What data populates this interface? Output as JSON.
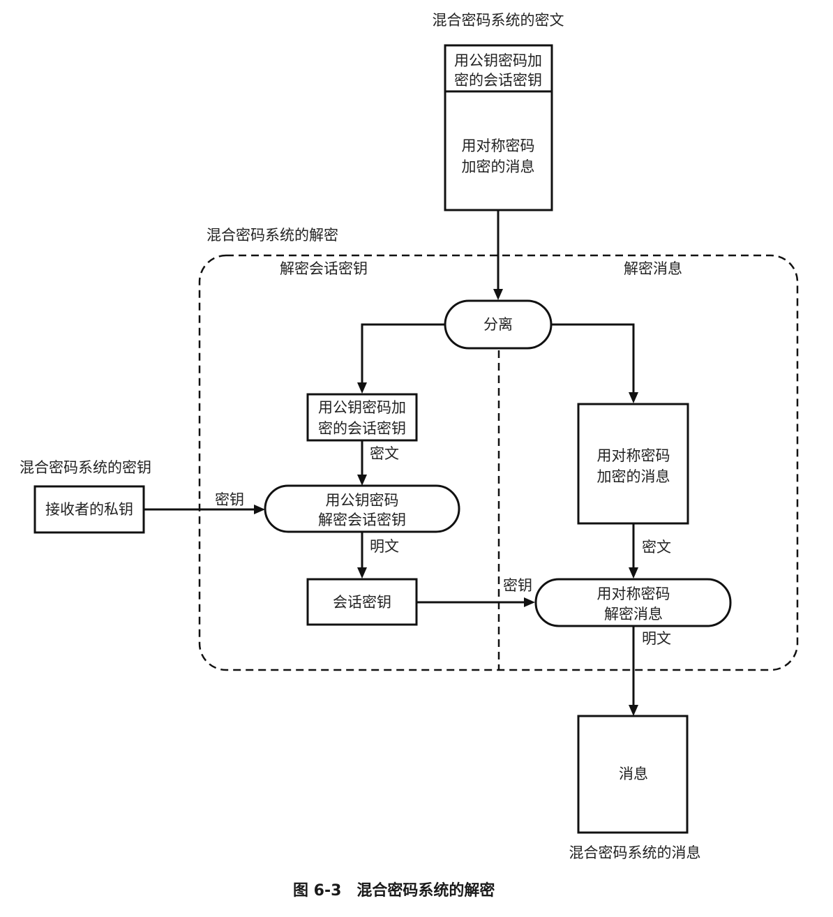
{
  "diagram": {
    "ciphertext_title": "混合密码系统的密文",
    "ciphertext_box": {
      "top": [
        "用公钥密码加",
        "密的会话密钥"
      ],
      "bottom": [
        "用对称密码",
        "加密的消息"
      ]
    },
    "decrypt_region_title": "混合密码系统的解密",
    "left_section_title": "解密会话密钥",
    "right_section_title": "解密消息",
    "separate_node": "分离",
    "enc_session_key_box": [
      "用公钥密码加",
      "密的会话密钥"
    ],
    "label_ciphertext_left": "密文",
    "key_system_title": "混合密码系统的密钥",
    "private_key_box": "接收者的私钥",
    "label_key_left": "密钥",
    "pk_decrypt_node": [
      "用公钥密码",
      "解密会话密钥"
    ],
    "label_plaintext_left": "明文",
    "session_key_box": "会话密钥",
    "enc_message_box": [
      "用对称密码",
      "加密的消息"
    ],
    "label_ciphertext_right": "密文",
    "label_key_right": "密钥",
    "sym_decrypt_node": [
      "用对称密码",
      "解密消息"
    ],
    "label_plaintext_right": "明文",
    "message_box": "消息",
    "message_title": "混合密码系统的消息",
    "caption": "图 6-3　混合密码系统的解密"
  }
}
